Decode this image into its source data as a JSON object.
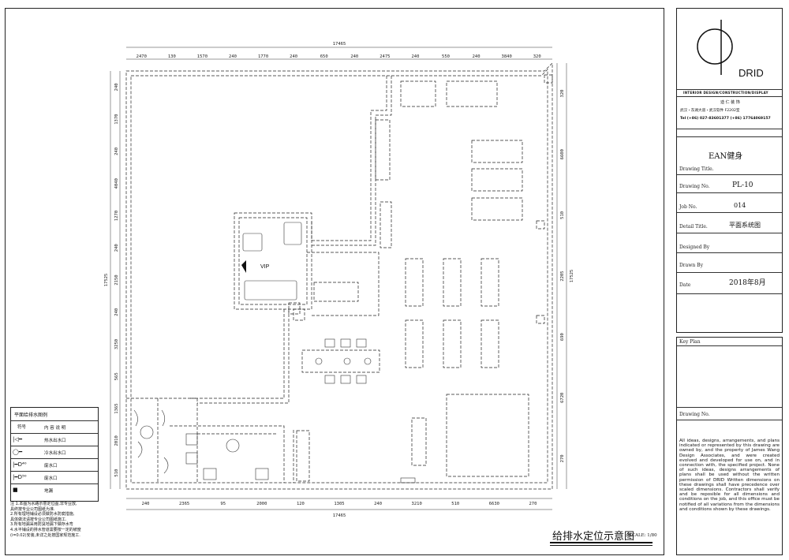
{
  "title_block": {
    "logo_text": "DRID",
    "tagline": "INTERIOR DESIGN/CONSTRUCTION/DISPLAY",
    "company_cn": "迪 仁 装 饰",
    "address": "武汉・东湖大道・武汉软件 F2202室",
    "phone": "Tel (+86) 027-83601377   (+86) 17764069157",
    "project_name": "EAN健身",
    "drawing_title_label": "Drawing Title.",
    "drawing_no_label": "Drawing No.",
    "drawing_no": "PL-10",
    "job_no_label": "Job No.",
    "job_no": "014",
    "detail_title_label": "Detail Title.",
    "detail_title": "平面系统图",
    "designed_by_label": "Designed By",
    "drawn_by_label": "Drawn By",
    "date_label": "Date",
    "date": "2018年8月"
  },
  "key_block": {
    "key_plan_label": "Key Plan",
    "drawing_no_label": "Drawing No.",
    "disclaimer": "All ideas, designs, arrangements, and plans indicated or represented by this drawing are owned by, and the property of James Wang Design Associates, and were created evolved and developed for use on, and in connection with, the specified project. None of such ideas, designs arrangements of plans shall be used without the written permission of DRID Written dimensions on these drawings shall have precedence over scaled dimensions. Contractors shall verify and be reposible for all dimensions and conditions on the job, and this office must be notified of all variations from the dimensions and conditions shown by these drawings."
  },
  "legend": {
    "title": "平面给排水图例",
    "header_symbol": "符号",
    "header_desc": "内 容 说 明",
    "rows": [
      {
        "symbol": "|◁━",
        "desc": "热水出水口"
      },
      {
        "symbol": "◯━",
        "desc": "冷水出水口"
      },
      {
        "symbol": "|━D⁴⁰",
        "desc": "废水口"
      },
      {
        "symbol": "|━D⁵⁰",
        "desc": "废水口"
      },
      {
        "symbol": "■",
        "desc": "地漏"
      }
    ]
  },
  "notes": [
    "注 1.本图为水路示意定位图,非专业放,",
    "   具终按专业公司图纸为准.",
    "   2.所有埋地铺设必须做防水防腐措施,",
    "   具体做法请按专业公司图纸施工.",
    "   3.所有地漏采用防臭地漏下做存水弯",
    "   4.水平铺设的排水管道需要按一定的坡度",
    "   (i=0.02)安装,未详之处按国家规范施工."
  ],
  "drawing_title": "给排水定位示意图",
  "scale": "SCALE: 1/80",
  "plan": {
    "room_label": "VIP",
    "dims_top": [
      "2470",
      "130",
      "1570",
      "240",
      "1770",
      "240",
      "650",
      "240",
      "2475",
      "240",
      "550",
      "240",
      "3840",
      "320"
    ],
    "dims_top_total": "17465",
    "dims_bottom": [
      "240",
      "2365",
      "95",
      "2000",
      "120",
      "1305",
      "240",
      "3210",
      "510",
      "6630",
      "270"
    ],
    "dims_bottom_total": "17465",
    "dims_left": [
      "240",
      "1370",
      "240",
      "4040",
      "1270",
      "240",
      "2150",
      "240",
      "3250",
      "565",
      "1365",
      "2010",
      "510"
    ],
    "dims_left_total": "17525",
    "dims_right": [
      "320",
      "6600",
      "510",
      "2205",
      "690",
      "6720",
      "270"
    ],
    "dims_right_total": "17525"
  }
}
